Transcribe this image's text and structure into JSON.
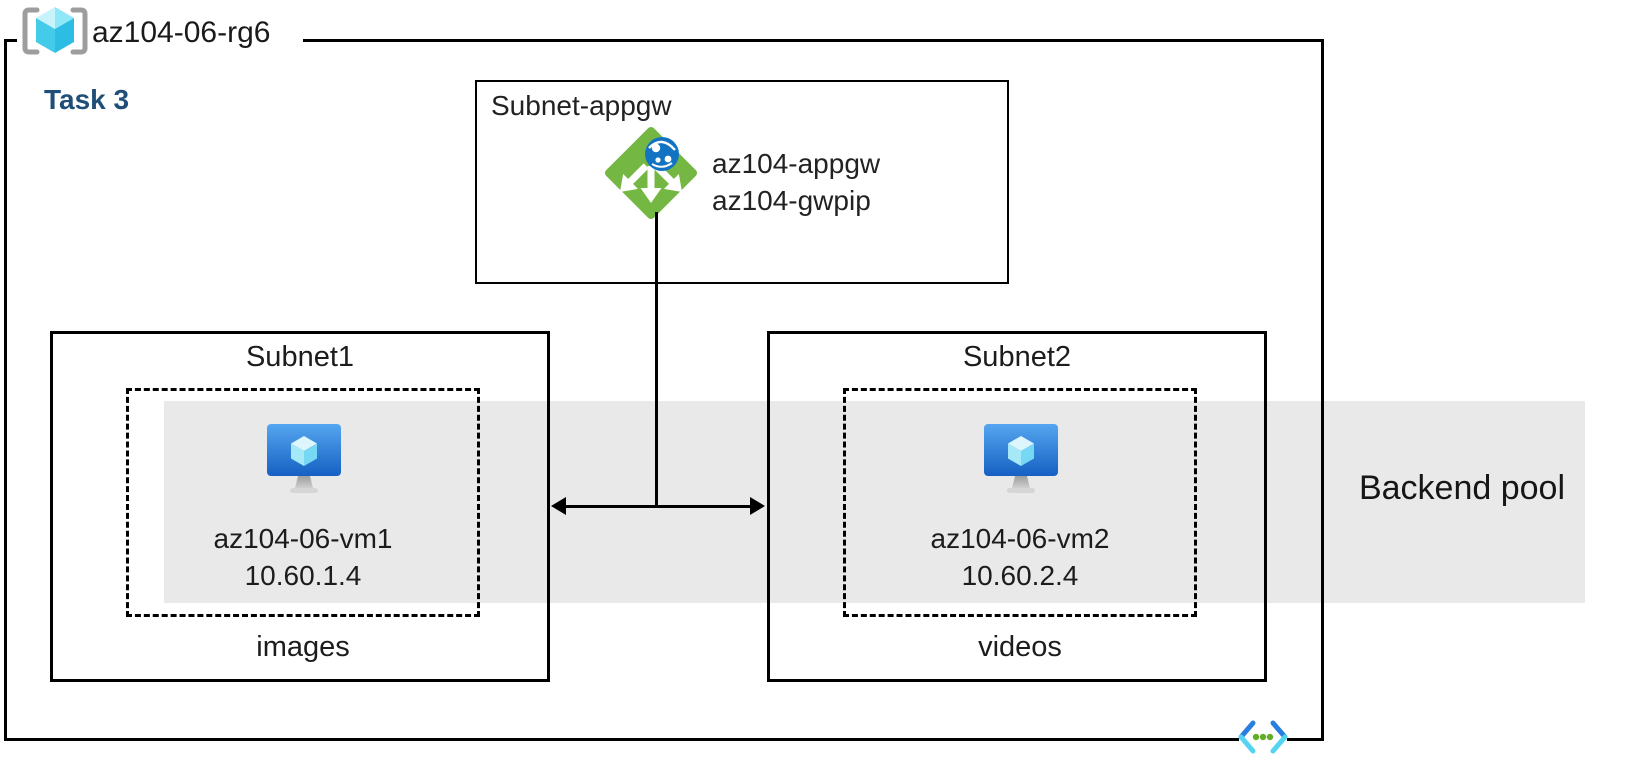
{
  "diagram": {
    "resource_group_name": "az104-06-rg6",
    "task_label": "Task 3",
    "backend_pool_label": "Backend pool"
  },
  "appgw_subnet": {
    "label": "Subnet-appgw",
    "gateway_name": "az104-appgw",
    "public_ip_name": "az104-gwpip"
  },
  "subnet1": {
    "label": "Subnet1",
    "vm_name": "az104-06-vm1",
    "vm_ip": "10.60.1.4",
    "container_label": "images"
  },
  "subnet2": {
    "label": "Subnet2",
    "vm_name": "az104-06-vm2",
    "vm_ip": "10.60.2.4",
    "container_label": "videos"
  },
  "icons": {
    "resource_group": "resource-group-icon",
    "application_gateway": "application-gateway-icon",
    "virtual_machine": "virtual-machine-icon",
    "virtual_network": "virtual-network-icon"
  },
  "colors": {
    "appgw_green": "#74b743",
    "globe_blue": "#1273c3",
    "vm_monitor_blue_top": "#55a6f0",
    "vm_monitor_blue_bottom": "#1560c2",
    "cube_cyan": "#45cbea",
    "backend_band_gray": "#e9e9e9",
    "task_blue": "#1f4e79",
    "vnet_bracket_blue": "#2a7ede",
    "vnet_bracket_cyan": "#54d4f0",
    "vnet_dot_green": "#64ad28",
    "rg_bracket_gray": "#9d9d9d",
    "line_black": "#000000"
  }
}
